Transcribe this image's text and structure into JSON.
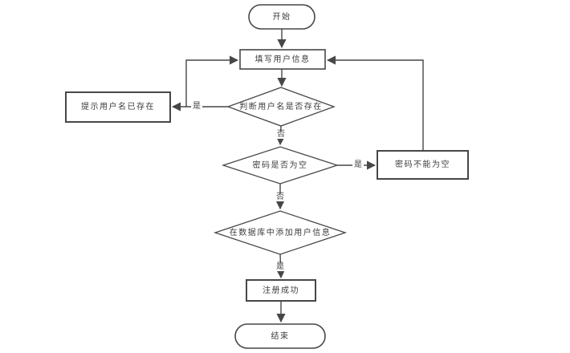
{
  "diagram": {
    "type": "flowchart",
    "colors": {
      "background": "#ffffff",
      "stroke": "#474747",
      "shape_fill": "#ffffff",
      "text": "#3d3d3d"
    },
    "nodes": {
      "start": {
        "label": "开始",
        "shape": "terminator"
      },
      "fill_info": {
        "label": "填写用户信息",
        "shape": "process"
      },
      "check_username": {
        "label": "判断用户名是否存在",
        "shape": "decision"
      },
      "username_exists_msg": {
        "label": "提示用户名已存在",
        "shape": "process"
      },
      "check_password": {
        "label": "密码是否为空",
        "shape": "decision"
      },
      "password_empty_msg": {
        "label": "密码不能为空",
        "shape": "process"
      },
      "add_to_database": {
        "label": "在数据库中添加用户信息",
        "shape": "decision"
      },
      "register_success": {
        "label": "注册成功",
        "shape": "process"
      },
      "end": {
        "label": "结束",
        "shape": "terminator"
      }
    },
    "edge_labels": {
      "username_exists_yes": "是",
      "username_exists_no": "否",
      "password_empty_yes": "是",
      "password_empty_no": "否",
      "db_add_yes": "是"
    }
  }
}
